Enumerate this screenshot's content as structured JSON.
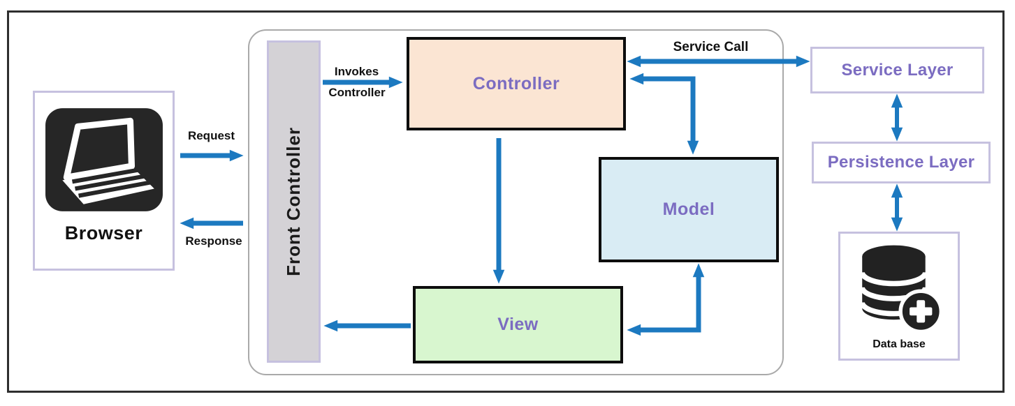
{
  "colors": {
    "arrow-blue": "#1c79c0",
    "purple-text": "#7b6cc1",
    "controller-fill": "#fbe5d3",
    "model-fill": "#d9ecf4",
    "view-fill": "#d8f6cf",
    "bar-fill": "#d4d2d6",
    "lavender-border": "#c6c1df"
  },
  "browser": {
    "label": "Browser"
  },
  "front_controller": {
    "label": "Front Controller"
  },
  "mvc": {
    "controller": "Controller",
    "model": "Model",
    "view": "View"
  },
  "layers": {
    "service": "Service Layer",
    "persistence": "Persistence Layer"
  },
  "database": {
    "label": "Data base"
  },
  "flow_labels": {
    "request": "Request",
    "response": "Response",
    "invokes_line1": "Invokes",
    "invokes_line2": "Controller",
    "service_call": "Service Call"
  },
  "icons": {
    "laptop": "laptop-icon",
    "database": "database-cylinder-icon",
    "plus_badge": "plus-badge-icon"
  }
}
